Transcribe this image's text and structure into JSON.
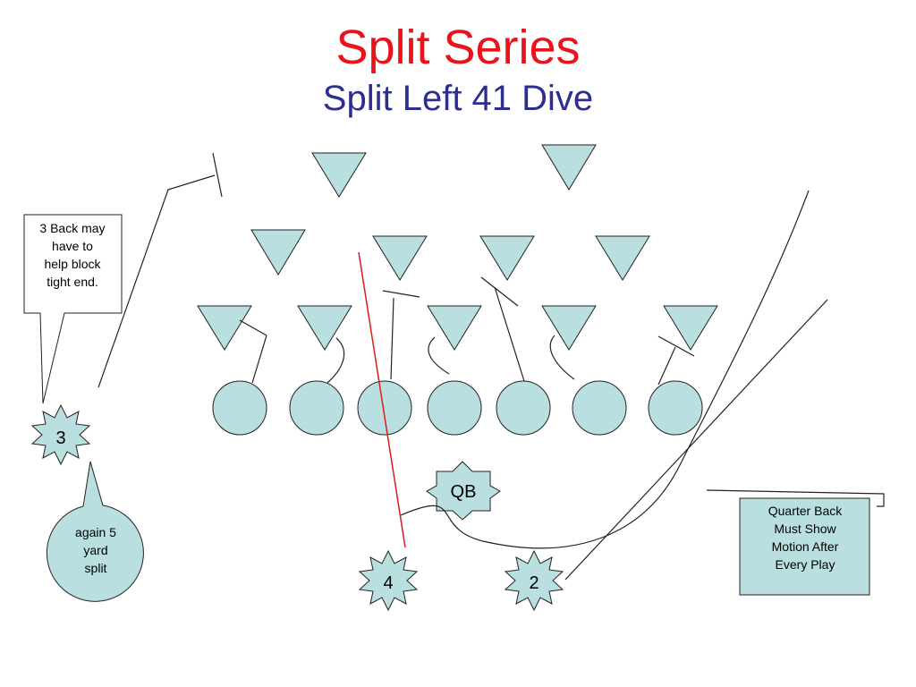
{
  "header": {
    "title": "Split Series",
    "subtitle": "Split Left 41 Dive"
  },
  "players": {
    "back_3": "3",
    "back_4": "4",
    "back_2": "2",
    "qb": "QB"
  },
  "callouts": {
    "tight_end_note": [
      "3 Back may",
      "have to",
      "help block",
      "tight end."
    ],
    "split_note": [
      "again 5",
      "yard",
      "split"
    ],
    "qb_note": [
      "Quarter Back",
      "Must Show",
      "Motion After",
      "Every Play"
    ]
  },
  "colors": {
    "title": "#e8141b",
    "subtitle": "#2c2f8f",
    "player_fill": "#b9dfe0",
    "outline": "#222222",
    "dive_line": "#e01b1b"
  }
}
